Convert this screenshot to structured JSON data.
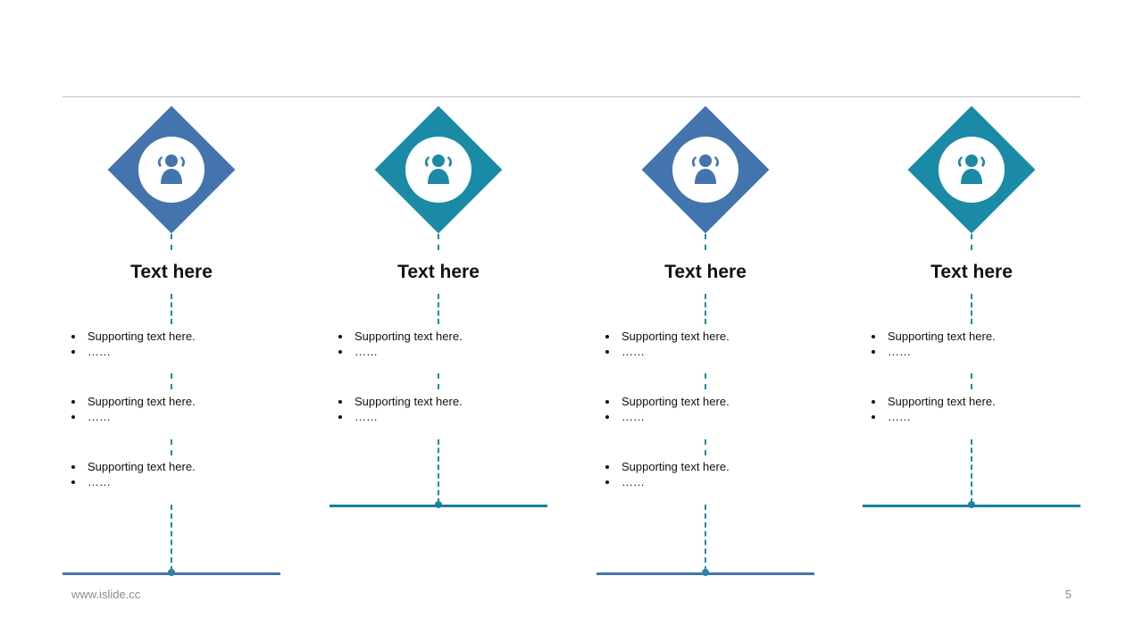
{
  "colors": {
    "blue": "#4474ae",
    "teal": "#1a8aa6",
    "rule": "#bfbfbf",
    "text": "#111111",
    "footer": "#8c8c8c"
  },
  "icon": "user-group-icon",
  "columns": [
    {
      "title": "Text here",
      "color": "#4474ae",
      "groups": [
        [
          "Supporting  text here.",
          "……"
        ],
        [
          "Supporting  text here.",
          "……"
        ],
        [
          "Supporting  text here.",
          "……"
        ]
      ]
    },
    {
      "title": "Text here",
      "color": "#1a8aa6",
      "groups": [
        [
          "Supporting  text here.",
          "……"
        ],
        [
          "Supporting  text here.",
          "……"
        ]
      ]
    },
    {
      "title": "Text here",
      "color": "#4474ae",
      "groups": [
        [
          "Supporting  text here.",
          "……"
        ],
        [
          "Supporting  text here.",
          "……"
        ],
        [
          "Supporting  text here.",
          "……"
        ]
      ]
    },
    {
      "title": "Text here",
      "color": "#1a8aa6",
      "groups": [
        [
          "Supporting  text here.",
          "……"
        ],
        [
          "Supporting  text here.",
          "……"
        ]
      ]
    }
  ],
  "footer": {
    "url": "www.islide.cc",
    "page": "5"
  }
}
